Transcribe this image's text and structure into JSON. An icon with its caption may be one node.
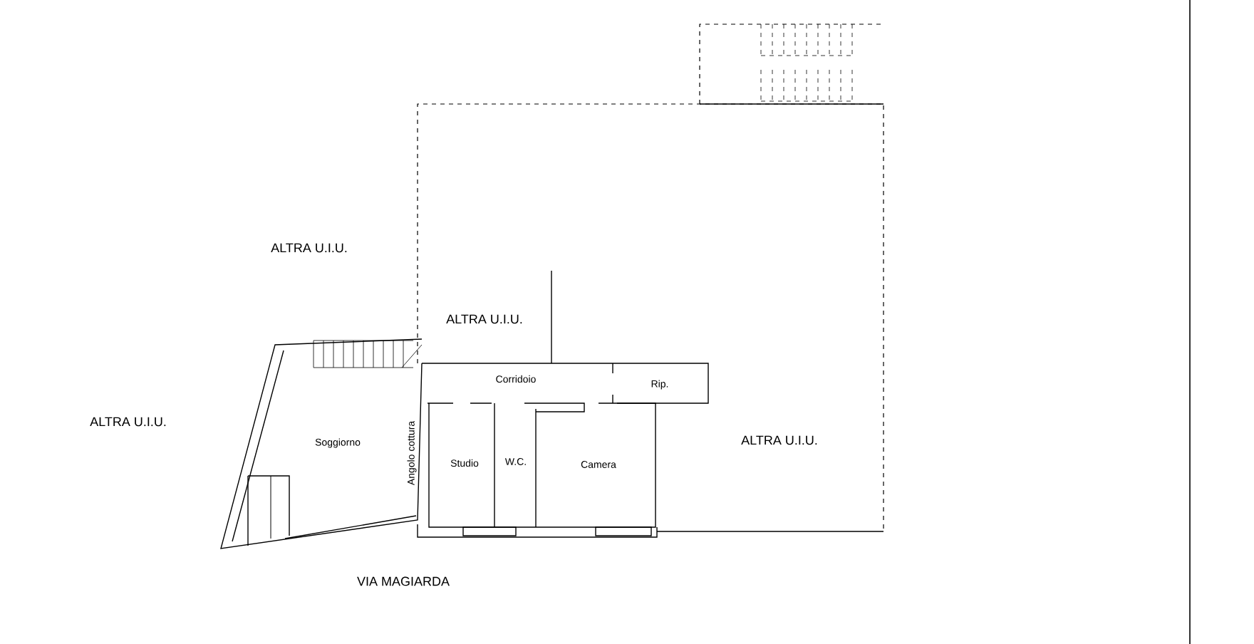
{
  "diagram": {
    "labels": [
      "ALTRA U.I.U.",
      "ALTRA U.I.U.",
      "Corridoio",
      "Rip.",
      "ALTRA U.I.U.",
      "Soggiorno",
      "Angolo cottura",
      "Studio",
      "W.C.",
      "Camera",
      "ALTRA U.I.U.",
      "VIA MAGIARDA"
    ]
  }
}
